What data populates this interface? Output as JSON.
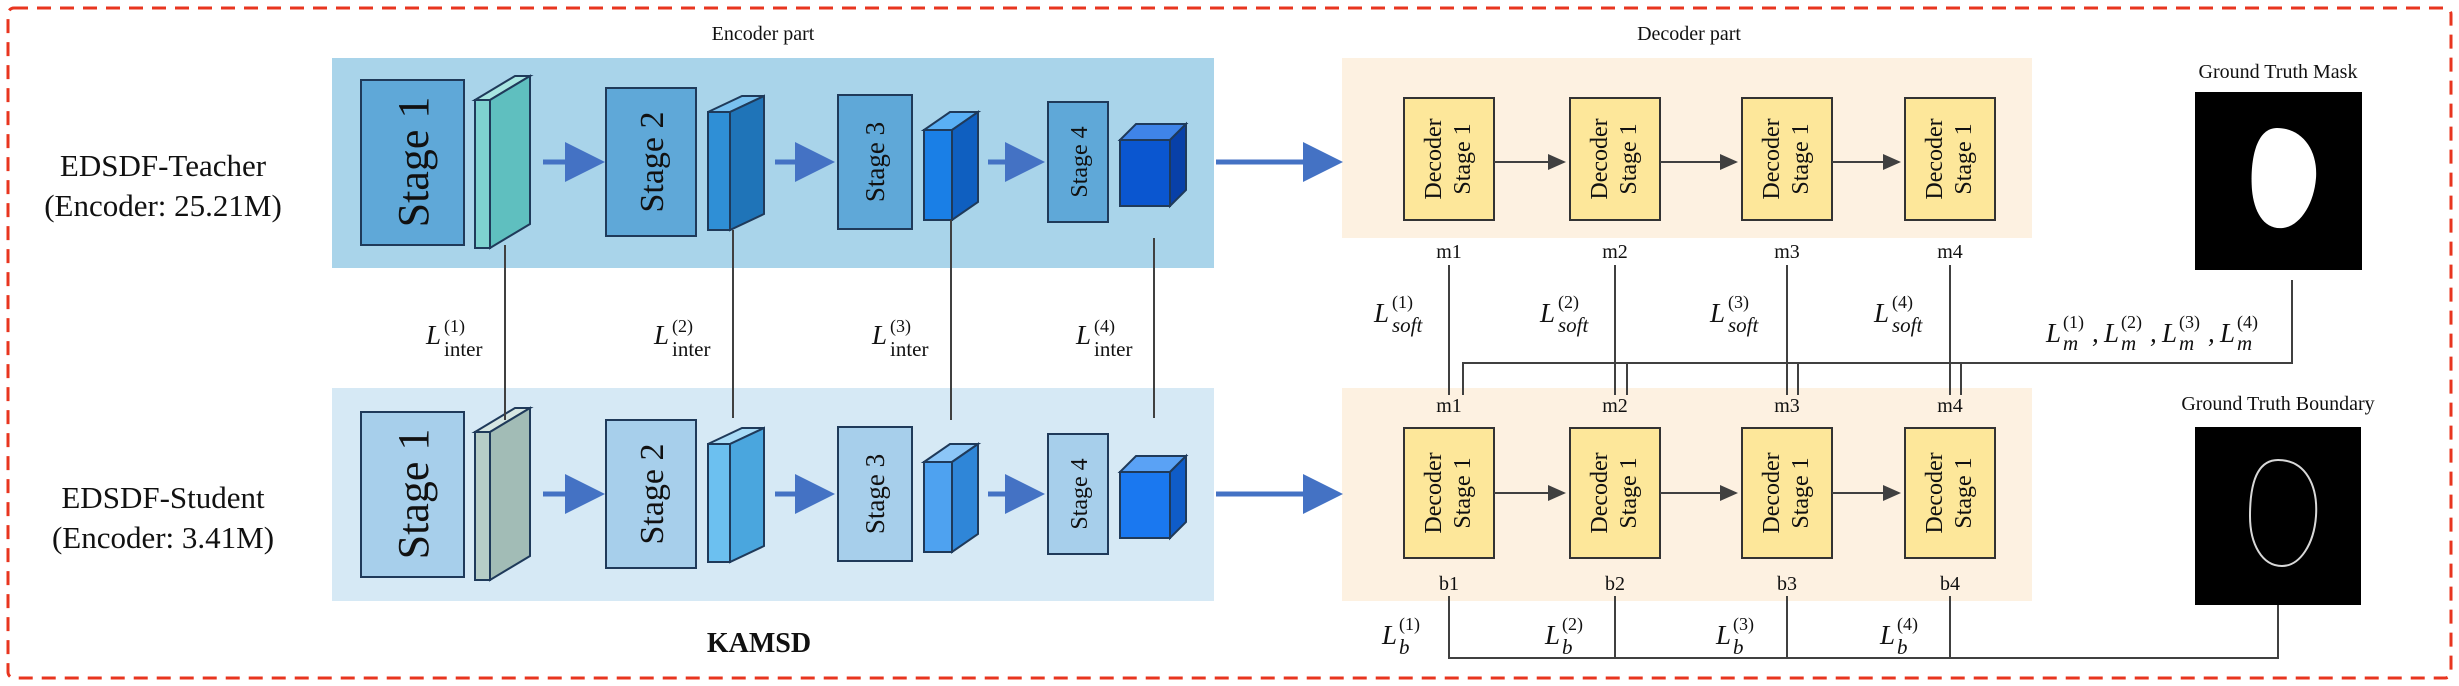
{
  "headers": {
    "encoder": "Encoder part",
    "decoder": "Decoder part"
  },
  "teacher": {
    "name": "EDSDF-Teacher",
    "encoder": "(Encoder: 25.21M)"
  },
  "student": {
    "name": "EDSDF-Student",
    "encoder": "(Encoder: 3.41M)"
  },
  "stages": [
    "Stage 1",
    "Stage 2",
    "Stage 3",
    "Stage 4"
  ],
  "decoder_block": {
    "line1": "Decoder",
    "line2": "Stage 1"
  },
  "mask_labels": [
    "m1",
    "m2",
    "m3",
    "m4"
  ],
  "boundary_labels": [
    "b1",
    "b2",
    "b3",
    "b4"
  ],
  "inter_loss": {
    "symbol": "L",
    "sub": "inter",
    "sups": [
      "(1)",
      "(2)",
      "(3)",
      "(4)"
    ]
  },
  "soft_loss": {
    "symbol": "L",
    "sub": "soft",
    "sups": [
      "(1)",
      "(2)",
      "(3)",
      "(4)"
    ]
  },
  "mask_loss": {
    "symbol": "L",
    "sub": "m",
    "sups": [
      "(1)",
      "(2)",
      "(3)",
      "(4)"
    ],
    "separator": ","
  },
  "boundary_loss": {
    "symbol": "L",
    "sub": "b",
    "sups": [
      "(1)",
      "(2)",
      "(3)",
      "(4)"
    ]
  },
  "gt_mask_title": "Ground Truth Mask",
  "gt_boundary_title": "Ground Truth Boundary",
  "method_name": "KAMSD",
  "colors": {
    "dashed_border": "#e8351f",
    "teacher_bg": "#a9d4ea",
    "student_bg": "#d6e9f5",
    "decoder_bg": "#fdf1e1",
    "decoder_block": "#fde79a",
    "arrow": "#4472c4"
  }
}
